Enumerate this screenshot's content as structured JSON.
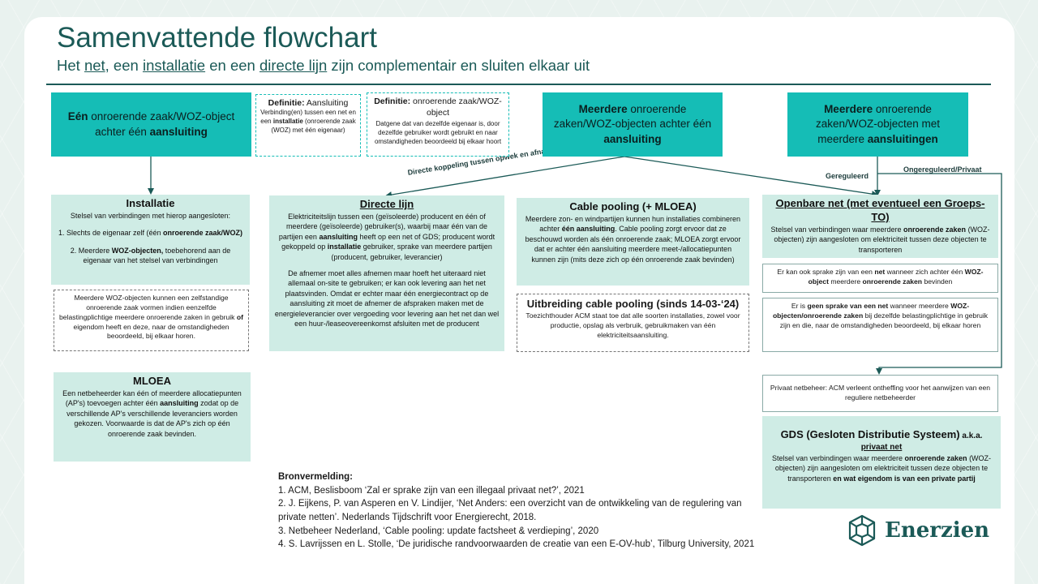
{
  "header": {
    "title": "Samenvattende flowchart",
    "subtitle_parts": [
      "Het ",
      "net",
      ", een ",
      "installatie",
      " en een ",
      "directe lijn",
      " zijn complementair en sluiten elkaar uit"
    ]
  },
  "top_boxes": {
    "een": {
      "b1": "Eén",
      "t1": " onroerende zaak/WOZ-object achter één ",
      "b2": "aansluiting"
    },
    "def1": {
      "b1": "Definitie:",
      "t1": " Aansluiting",
      "t2": "Verbinding(en) tussen een net en een ",
      "b2": "installatie",
      "t3": " (onroerende zaak (WOZ) met één eigenaar)"
    },
    "def2": {
      "b1": "Definitie:",
      "t1": " onroerende zaak/WOZ-object",
      "t2": "Datgene dat van dezelfde eigenaar is, door dezelfde gebruiker wordt gebruikt en naar omstandigheden beoordeeld bij elkaar hoort"
    },
    "meer1": {
      "b1": "Meerdere",
      "t1": " onroerende zaken/WOZ-objecten achter één ",
      "b2": "aansluiting"
    },
    "meer2": {
      "b1": "Meerdere",
      "t1": " onroerende zaken/WOZ-objecten met meerdere ",
      "b2": "aansluitingen"
    }
  },
  "edge_labels": {
    "directe": "Directe koppeling tussen opwek en afname",
    "gereguleerd": "Gereguleerd",
    "ongereguleerd": "Ongereguleerd/Privaat"
  },
  "installatie": {
    "title": "Installatie",
    "line1": "Stelsel van verbindingen met hierop aangesloten:",
    "item1_a": "1. Slechts de eigenaar zelf (één ",
    "item1_b": "onroerende zaak/WOZ)",
    "item2_a": "2. Meerdere ",
    "item2_b": "WOZ-objecten,",
    "item2_c": " toebehorend aan de eigenaar van het stelsel van verbindingen"
  },
  "installatie_note": {
    "t1": "Meerdere WOZ-objecten kunnen een zelfstandige onroerende zaak vormen indien eenzelfde belastingplichtige meerdere onroerende zaken in gebruik ",
    "b1": "of",
    "t2": " eigendom heeft en deze, naar de omstandigheden beoordeeld, bij elkaar horen."
  },
  "mloea": {
    "title": "MLOEA",
    "t1": "Een netbeheerder kan één of meerdere allocatiepunten (AP's) toevoegen achter één ",
    "b1": "aansluiting",
    "t2": " zodat op de verschillende AP's verschillende leveranciers worden gekozen. Voorwaarde is dat de AP's zich op één onroerende zaak bevinden."
  },
  "directe_lijn": {
    "title": "Directe lijn",
    "p1_a": "Elektriciteitslijn tussen een (geïsoleerde) producent en één of meerdere (geïsoleerde) gebruiker(s), waarbij maar één van de partijen een ",
    "p1_b": "aansluiting",
    "p1_c": " heeft op een net of GDS; producent wordt gekoppeld op ",
    "p1_d": "installatie",
    "p1_e": " gebruiker, sprake van meerdere partijen (producent, gebruiker, leverancier)",
    "p2": "De afnemer moet alles afnemen maar hoeft het uiteraard niet allemaal on-site te gebruiken; er kan ook levering aan het net plaatsvinden. Omdat er echter maar één energiecontract op de aansluiting zit moet de afnemer de afspraken maken met de energieleverancier over vergoeding voor levering aan het net dan wel een huur-/leaseovereenkomst afsluiten met de producent"
  },
  "cable_pooling": {
    "title": "Cable pooling (+ MLOEA)",
    "t1": "Meerdere zon- en windpartijen kunnen hun installaties combineren achter ",
    "b1": "één aansluiting",
    "t2": ". Cable pooling zorgt ervoor dat ze beschouwd worden als één onroerende zaak; MLOEA zorgt ervoor dat er achter één aansluiting meerdere meet-/allocatiepunten kunnen zijn (mits deze zich op één onroerende zaak bevinden)"
  },
  "uitbreiding": {
    "title": "Uitbreiding cable pooling (sinds 14-03-‘24)",
    "text": "Toezichthouder ACM staat toe dat alle soorten installaties, zowel voor productie, opslag als verbruik, gebruikmaken van één elektriciteitsaansluiting."
  },
  "openbare_net": {
    "title": "Openbare net (met eventueel een Groeps-TO)",
    "t1": "Stelsel van verbindingen waar meerdere ",
    "b1": "onroerende zaken",
    "t2": " (WOZ-objecten) zijn aangesloten om elektriciteit tussen deze objecten te transporteren"
  },
  "net_note1": {
    "t1": "Er kan ook sprake zijn van een ",
    "b1": "net",
    "t2": " wanneer zich achter één ",
    "b2": "WOZ-object",
    "t3": " meerdere ",
    "b3": "onroerende zaken",
    "t4": " bevinden"
  },
  "net_note2": {
    "t1": "Er is ",
    "b1": "geen sprake van een net",
    "t2": " wanneer meerdere ",
    "b2": "WOZ-objecten/onroerende zaken",
    "t3": " bij dezelfde belastingplichtige in gebruik zijn en die, naar de omstandigheden beoordeeld, bij elkaar horen"
  },
  "privaat": {
    "text": "Privaat netbeheer: ACM verleent ontheffing voor het aanwijzen van een reguliere netbeheerder"
  },
  "gds": {
    "title_a": "GDS (Gesloten Distributie Systeem)",
    "title_b": " a.k.a. ",
    "title_c": "privaat net",
    "t1": "Stelsel van verbindingen waar meerdere ",
    "b1": "onroerende zaken",
    "t2": " (WOZ-objecten) zijn aangesloten om elektriciteit tussen deze objecten te transporteren ",
    "b2": "en wat eigendom is van een private partij"
  },
  "references": {
    "title": "Bronvermelding:",
    "items": [
      "1. ACM, Beslisboom ‘Zal er sprake zijn van een illegaal privaat net?’, 2021",
      "2. J. Eijkens, P. van Asperen en V. Lindijer, ‘Net Anders: een overzicht van de ontwikkeling van de regulering van private netten’. Nederlands Tijdschrift voor Energierecht, 2018.",
      "3. Netbeheer Nederland, ‘Cable pooling: update factsheet & verdieping’, 2020",
      "4. S. Lavrijssen en L. Stolle, ‘De juridische randvoorwaarden de creatie van een E-OV-hub’, Tilburg University, 2021"
    ]
  },
  "logo": {
    "wordmark": "Enerzien",
    "icon": "cube-network-icon"
  },
  "colors": {
    "teal": "#15bdb6",
    "mint": "#cfece5",
    "dark": "#1b5a57"
  }
}
